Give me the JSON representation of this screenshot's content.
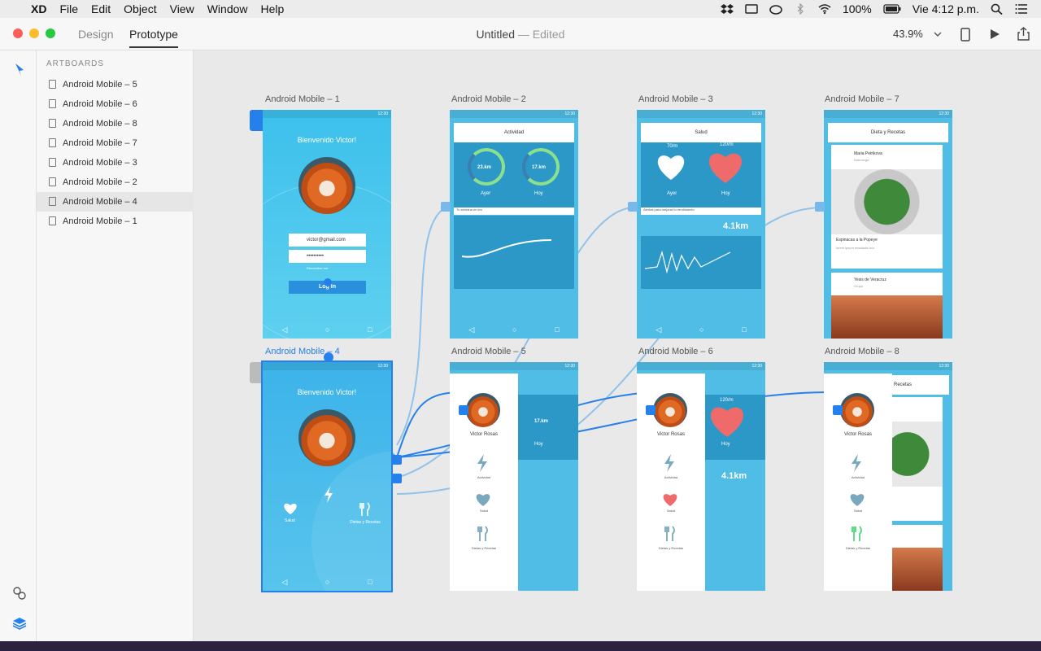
{
  "menubar": {
    "apple": "",
    "app": "XD",
    "items": [
      "File",
      "Edit",
      "Object",
      "View",
      "Window",
      "Help"
    ],
    "battery": "100%",
    "clock": "Vie 4:12 p.m."
  },
  "titlebar": {
    "tabs": [
      "Design",
      "Prototype"
    ],
    "active_tab": "Prototype",
    "doc_name": "Untitled",
    "doc_status": "— Edited",
    "zoom": "43.9%"
  },
  "panel": {
    "title": "ARTBOARDS",
    "items": [
      "Android Mobile – 5",
      "Android Mobile – 6",
      "Android Mobile – 8",
      "Android Mobile – 7",
      "Android Mobile – 3",
      "Android Mobile – 2",
      "Android Mobile – 4",
      "Android Mobile – 1"
    ],
    "selected": "Android Mobile – 4"
  },
  "artboards": {
    "a1": {
      "label": "Android Mobile – 1",
      "welcome": "Bienvenido Victor!",
      "email": "victor@gmail.com",
      "password": "••••••••••",
      "remember": "Remember me",
      "login": "Log In",
      "time": "12:30"
    },
    "a2": {
      "label": "Android Mobile – 2",
      "title": "Actividad",
      "ring1": "23.km",
      "ring2": "17.km",
      "ring1_label": "Ayer",
      "ring2_label": "Hoy",
      "note": "Tu semana en km",
      "time": "12:30"
    },
    "a3": {
      "label": "Android Mobile – 3",
      "title": "Salud",
      "h1": "70/m",
      "h2": "120/m",
      "h1_label": "Ayer",
      "h2_label": "Hoy",
      "note": "Alertas para mejorar tu rendimiento",
      "big": "4.1km",
      "time": "12:30"
    },
    "a7": {
      "label": "Android Mobile – 7",
      "title": "Dieta y Recetas",
      "author1": "Maria Petrikova",
      "author1_sub": "Nutriologa",
      "recipe": "Espinacas a la Popeye",
      "recipe_sub": "lorem ipsum ensalada rica",
      "author2": "Yesis de Veracruz",
      "author2_sub": "Grupo",
      "time": "12:30"
    },
    "a4": {
      "label": "Android Mobile – 4",
      "welcome": "Bienvenido Victor!",
      "salud": "Salud",
      "dietas": "Dietas y Recetas",
      "time": "12:30"
    },
    "a5": {
      "label": "Android Mobile – 5",
      "name": "Victor Rosas",
      "act": "Actividad",
      "salud": "Salud",
      "dietas": "Dietas y Recetas",
      "hoy": "Hoy",
      "ring": "17.km",
      "time": "12:30"
    },
    "a6": {
      "label": "Android Mobile – 6",
      "name": "Victor Rosas",
      "act": "Actividad",
      "salud": "Salud",
      "dietas": "Dietas y Recetas",
      "hoy": "Hoy",
      "h2": "120/m",
      "big": "4.1km",
      "time": "12:30"
    },
    "a8": {
      "label": "Android Mobile – 8",
      "name": "Victor Rosas",
      "act": "Actividad",
      "salud": "Salud",
      "dietas": "Dietas y Recetas",
      "title": "Recetas",
      "time": "12:30"
    }
  },
  "colors": {
    "accent": "#2680eb",
    "art_blue": "#5bc6ea",
    "art_dark": "#2b98c8",
    "heart": "#ef6b6b",
    "green": "#4cd97b"
  }
}
